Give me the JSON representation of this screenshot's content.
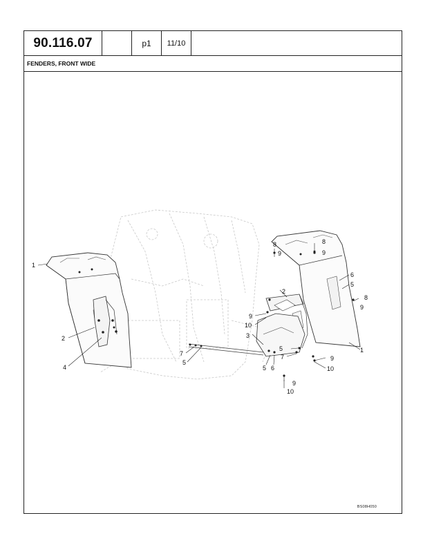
{
  "header": {
    "code": "90.116.07",
    "page": "p1",
    "date": "11/10"
  },
  "title": "FENDERS, FRONT WIDE",
  "image_code": "BS08H050",
  "callouts": {
    "left_fender": "1",
    "left_bracket": "2",
    "left_lower": "4",
    "bolt_set_left_a": "7",
    "bolt_set_left_b": "5",
    "center_plate": "3",
    "right_bracket": "2",
    "right_fender": "1",
    "top_bolt_l_8": "8",
    "top_bolt_l_9": "9",
    "top_bolt_r_8": "8",
    "top_bolt_r_9": "9",
    "side_6": "6",
    "side_5": "5",
    "side_8": "8",
    "side_9": "9",
    "mid_9": "9",
    "mid_10": "10",
    "mid_5": "5",
    "mid_7": "7",
    "low_5": "5",
    "low_6": "6",
    "low_9": "9",
    "low_10": "10",
    "bot_9": "9",
    "bot_10": "10"
  }
}
